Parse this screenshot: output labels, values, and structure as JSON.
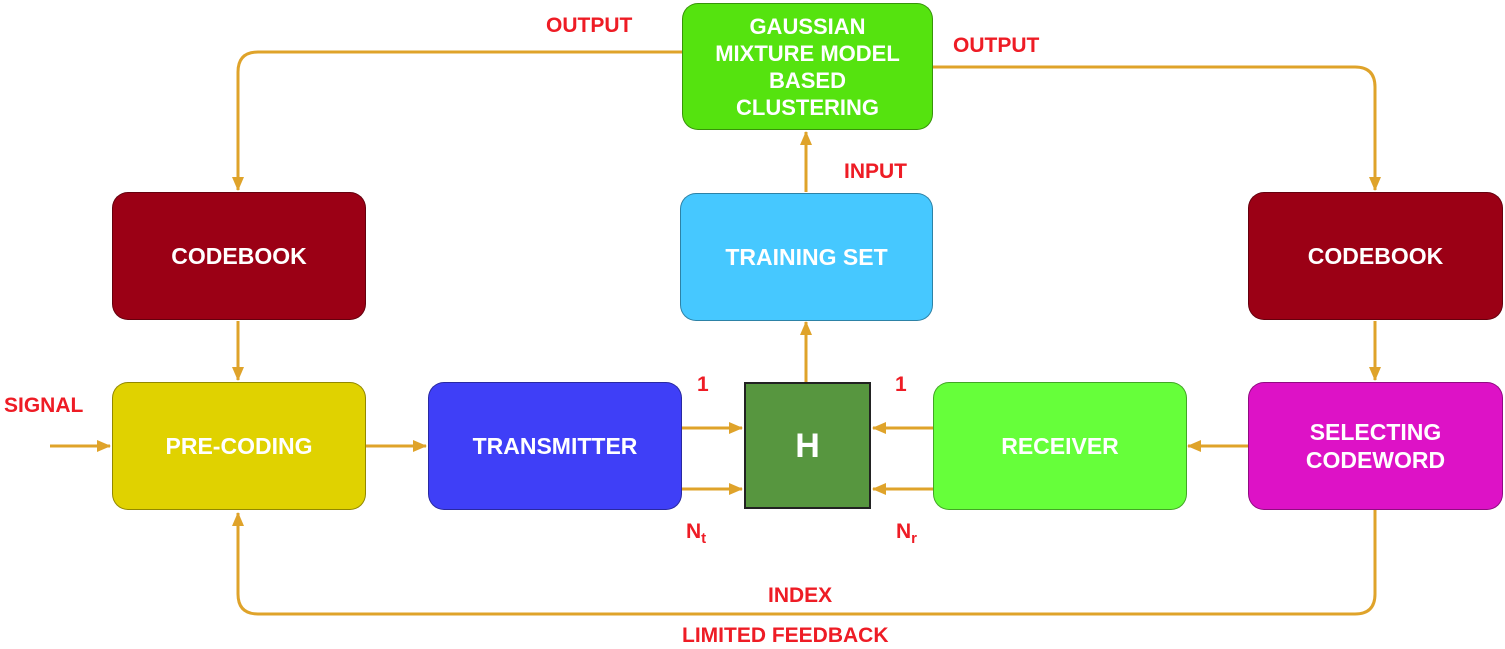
{
  "colors": {
    "arrow": "#dfa32a",
    "label": "#ee1c25",
    "codebook": "#9b0015",
    "precoding": "#e0d200",
    "transmitter": "#3f3ff7",
    "channel": "#57963f",
    "receiver": "#66ff3a",
    "selecting": "#dd12c6",
    "training": "#46c8ff",
    "gmm": "#55e30f"
  },
  "blocks": {
    "gmm": "GAUSSIAN\nMIXTURE MODEL\nBASED\nCLUSTERING",
    "codebook_left": "CODEBOOK",
    "codebook_right": "CODEBOOK",
    "training_set": "TRAINING SET",
    "precoding": "PRE-CODING",
    "transmitter": "TRANSMITTER",
    "channel": "H",
    "receiver": "RECEIVER",
    "selecting_codeword": "SELECTING\nCODEWORD"
  },
  "labels": {
    "output_left": "OUTPUT",
    "output_right": "OUTPUT",
    "input": "INPUT",
    "signal": "SIGNAL",
    "tx_first": "1",
    "tx_last": "N",
    "tx_last_sub": "t",
    "rx_first": "1",
    "rx_last": "N",
    "rx_last_sub": "r",
    "index": "INDEX",
    "limited_feedback": "LIMITED FEEDBACK"
  }
}
